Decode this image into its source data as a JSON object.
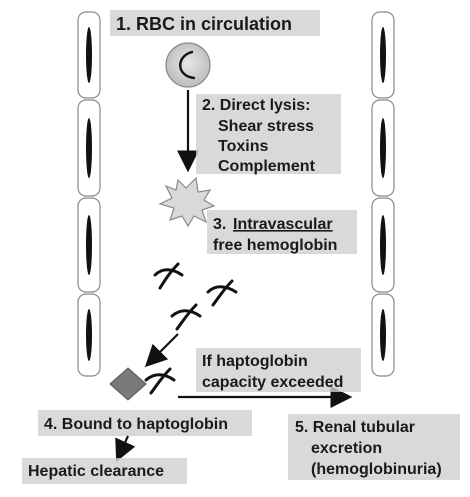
{
  "labels": {
    "step1": "1. RBC in circulation",
    "step2_title": "2. Direct lysis:",
    "step2_item1": "Shear stress",
    "step2_item2": "Toxins",
    "step2_item3": "Complement",
    "step3_num": "3.",
    "step3_line1": "Intravascular",
    "step3_line2": "free hemoglobin",
    "branch_line1": "If haptoglobin",
    "branch_line2": "capacity exceeded",
    "step4": "4. Bound to haptoglobin",
    "hepatic": "Hepatic clearance",
    "step5_line1": "5. Renal tubular",
    "step5_line2": "excretion",
    "step5_line3": "(hemoglobinuria)"
  },
  "colors": {
    "rbc_fill": "#cfcfcf",
    "burst_fill": "#d9d9d9",
    "haptoglobin_fill": "#7a7a7a",
    "ink": "#111111"
  }
}
